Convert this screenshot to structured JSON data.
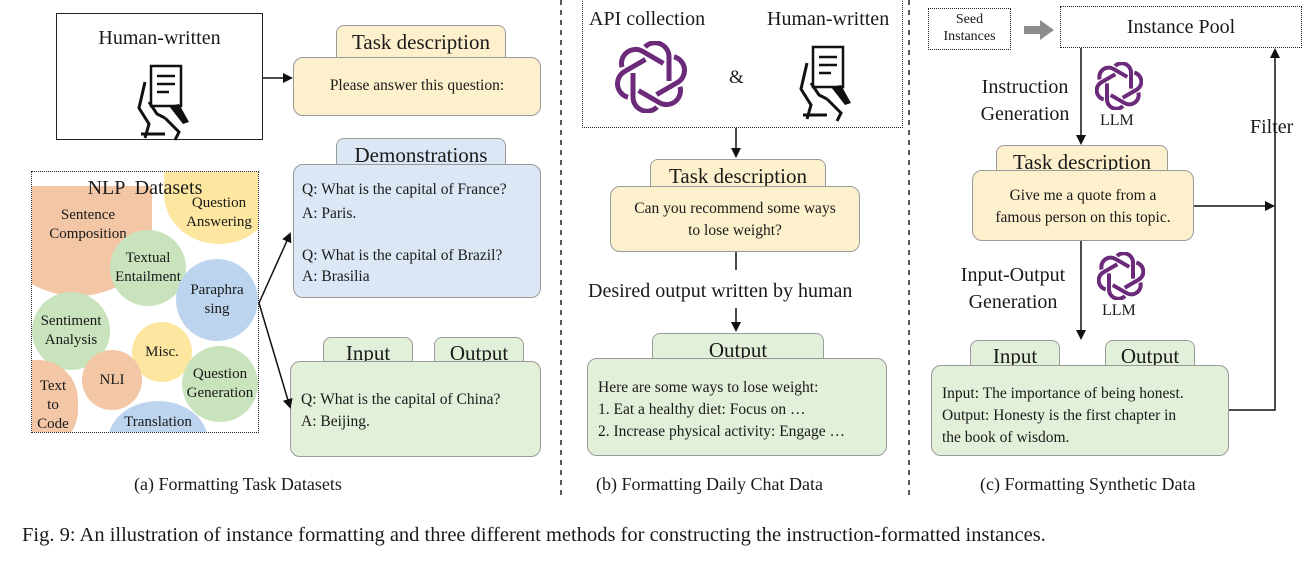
{
  "panel_a": {
    "human_written": "Human-written",
    "task_description_tab": "Task description",
    "task_description_text": "Please answer this question:",
    "demonstrations_tab": "Demonstrations",
    "demo_lines": [
      "Q: What is the capital of France?",
      "A: Paris.",
      "Q: What is the capital of Brazil?",
      "A: Brasilia"
    ],
    "nlp_datasets_title": "NLP  Datasets",
    "datasets": {
      "sentence_composition": "Sentence Composition",
      "question_answering": "Question Answering",
      "textual_entailment": "Textual Entailment",
      "paraphrasing": "Paraphra sing",
      "sentiment_analysis": "Sentiment Analysis",
      "misc": "Misc.",
      "text_to_code": "Text to Code",
      "nli": "NLI",
      "question_generation": "Question Generation",
      "translation": "Translation"
    },
    "input_tab": "Input",
    "output_tab": "Output",
    "io_lines": [
      "Q: What is the capital of China?",
      "A: Beijing."
    ],
    "caption": "(a) Formatting Task Datasets"
  },
  "panel_b": {
    "api_collection": "API collection",
    "human_written": "Human-written",
    "ampersand": "&",
    "task_description_tab": "Task description",
    "task_lines": [
      "Can you recommend some ways",
      "to lose weight?"
    ],
    "desired_output": "Desired output written by human",
    "output_tab": "Output",
    "output_lines": [
      "Here are some ways to lose weight:",
      "1. Eat a healthy diet: Focus on …",
      "2. Increase physical activity: Engage …"
    ],
    "caption": "(b) Formatting Daily Chat Data"
  },
  "panel_c": {
    "seed_instances": [
      "Seed",
      "Instances"
    ],
    "instance_pool": "Instance Pool",
    "instruction_generation": [
      "Instruction",
      "Generation"
    ],
    "llm_label_1": "LLM",
    "filter": "Filter",
    "task_description_tab": "Task description",
    "task_lines": [
      "Give me a quote from a",
      "famous person on this topic."
    ],
    "io_generation": [
      "Input-Output",
      "Generation"
    ],
    "llm_label_2": "LLM",
    "input_tab": "Input",
    "output_tab": "Output",
    "io_lines": [
      "Input: The importance of being honest.",
      "Output: Honesty is the first chapter in",
      "the book of wisdom."
    ],
    "caption": "(c) Formatting Synthetic Data"
  },
  "figure_caption": "Fig. 9: An illustration of instance formatting and three different methods for constructing the instruction-formatted instances.",
  "colors": {
    "yellow_fill": "#fdf0cc",
    "blue_fill": "#dbe7f5",
    "green_fill": "#e2efd9",
    "orange_circle": "#f3c6a6",
    "yellow_circle": "#fde7a0",
    "green_circle": "#c9e3bd",
    "blue_circle": "#bcd4ee",
    "icon_purple": "#6b2a7a"
  }
}
